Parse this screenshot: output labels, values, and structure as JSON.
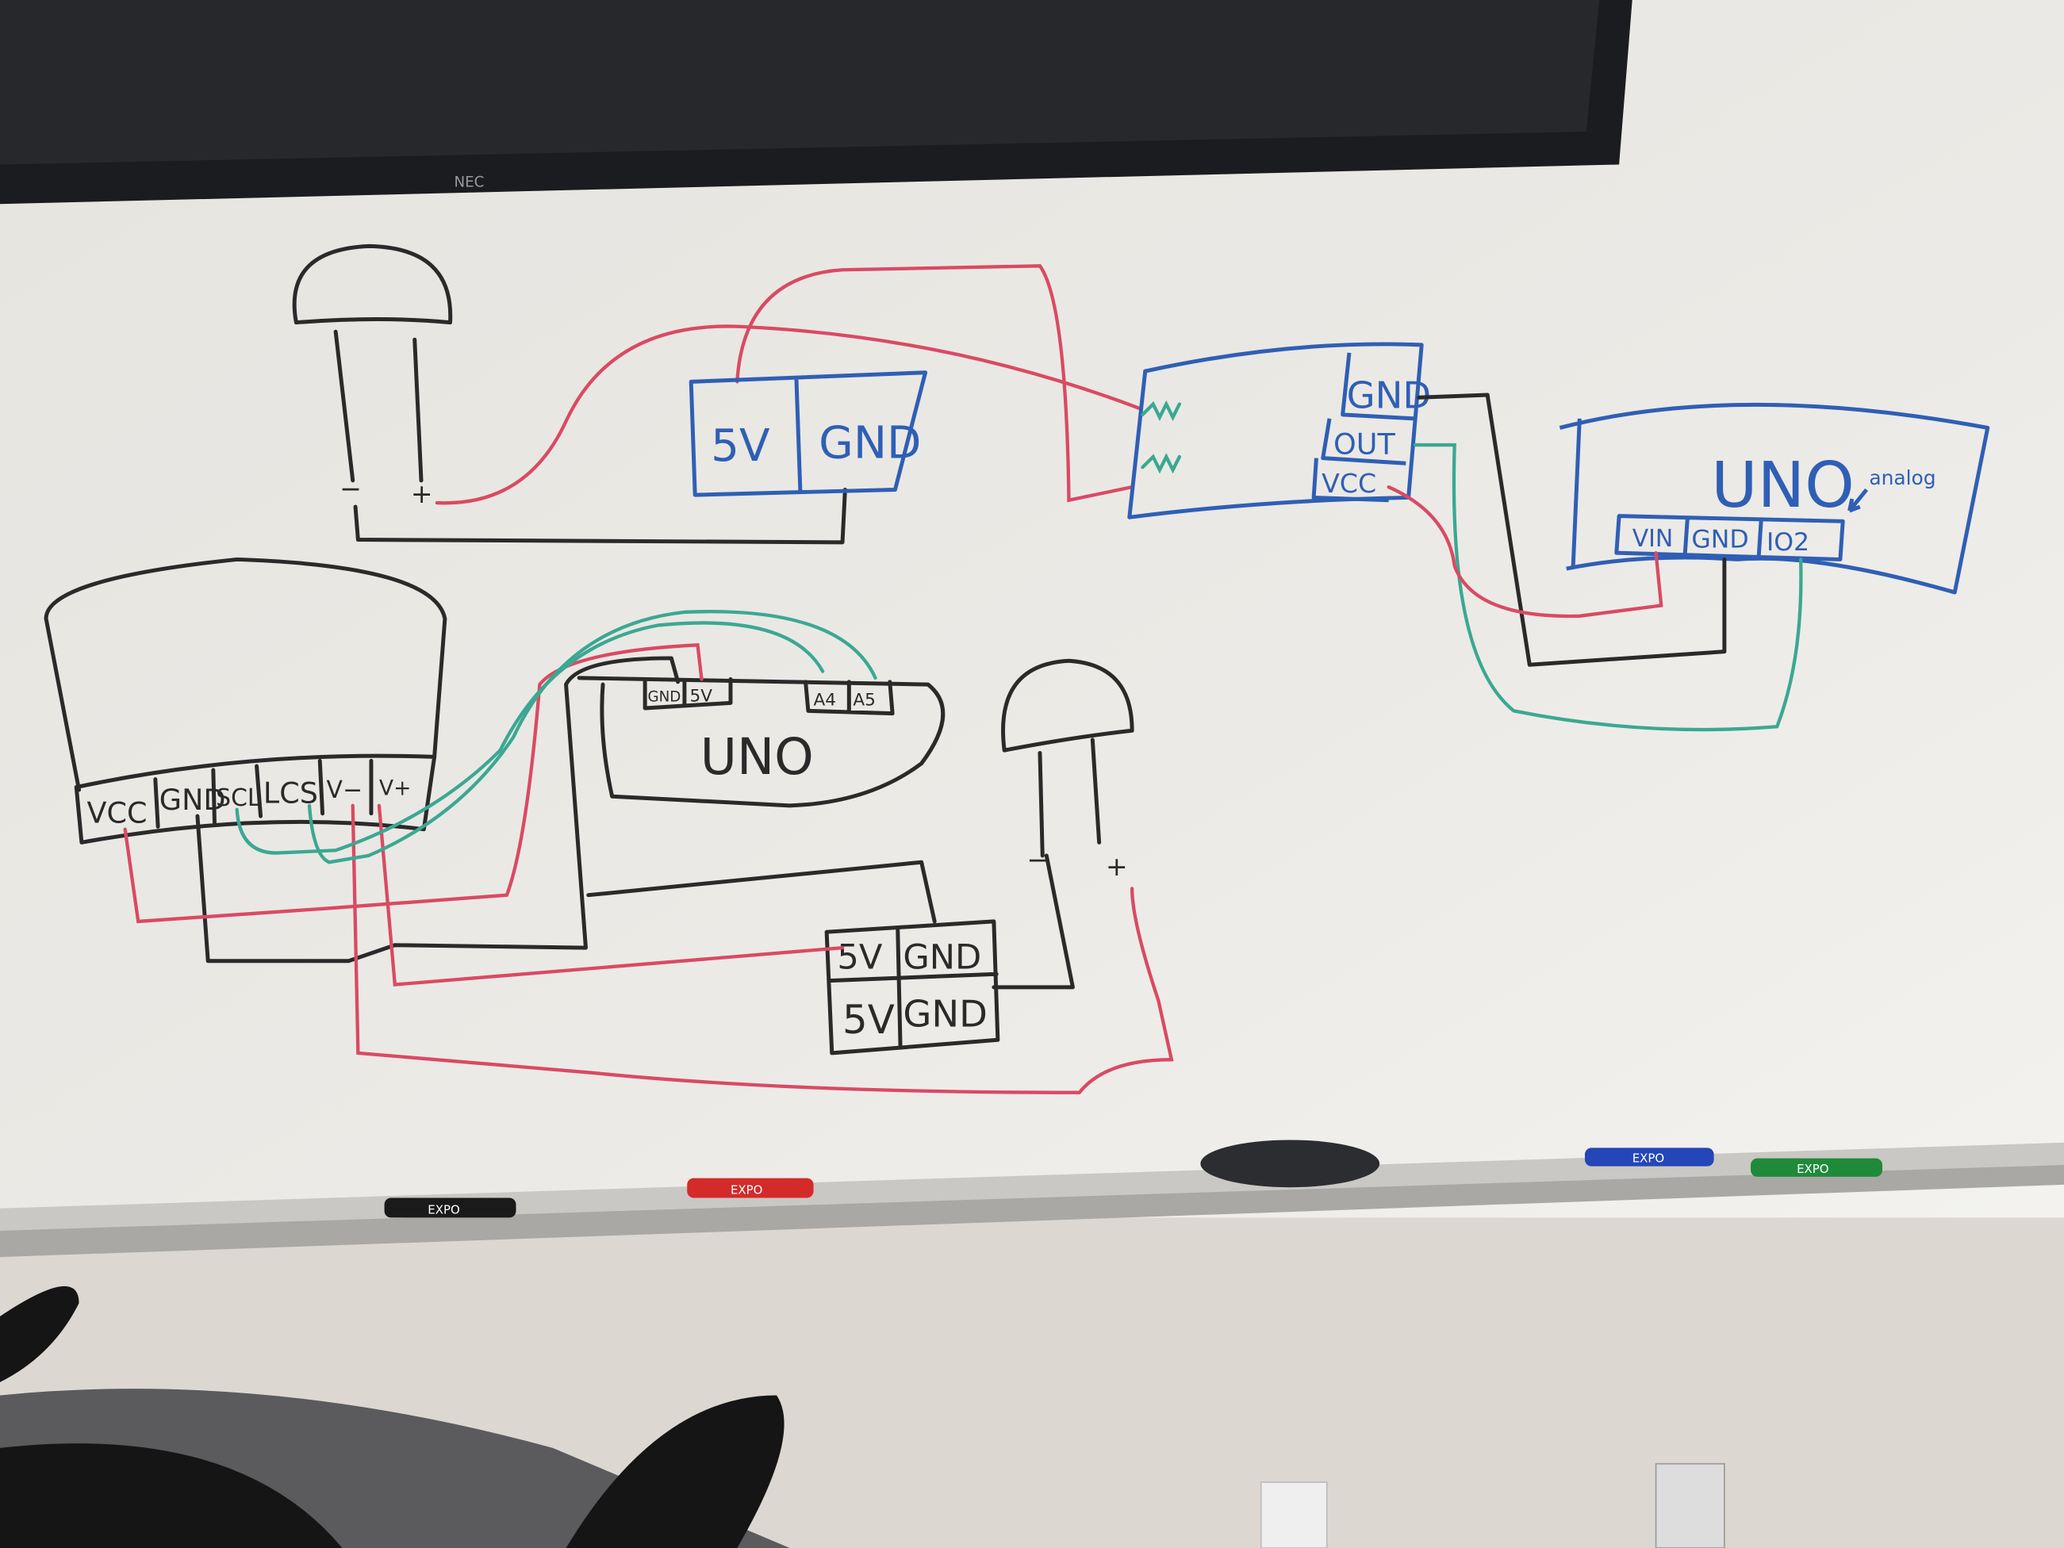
{
  "tv": {
    "brand": "NEC"
  },
  "left_diagram": {
    "sensor_left": {
      "minus": "−",
      "plus": "+"
    },
    "power_module": {
      "pins": [
        "5V",
        "GND"
      ]
    },
    "lcd": {
      "pins": [
        "VCC",
        "GND",
        "SCL",
        "LCS",
        "V−",
        "V+"
      ]
    },
    "uno": {
      "title": "UNO",
      "pins": [
        "GND",
        "5V",
        "A4",
        "A5"
      ]
    },
    "sensor_right": {
      "minus": "−",
      "plus": "+"
    },
    "breadboard_rails": {
      "row1": [
        "5V",
        "GND"
      ],
      "row2": [
        "5V",
        "GND"
      ]
    }
  },
  "right_diagram": {
    "sensor_module": {
      "pins": [
        "GND",
        "OUT",
        "VCC"
      ]
    },
    "uno": {
      "title": "UNO",
      "pins": [
        "VIN",
        "GND",
        "IO2"
      ],
      "annotation": "analog"
    }
  },
  "markers": [
    {
      "label": "EXPO",
      "color": "#1a1a1a"
    },
    {
      "label": "EXPO",
      "color": "#d42a2a"
    },
    {
      "label": "EXPO",
      "color": "#2546b8"
    },
    {
      "label": "EXPO",
      "color": "#1f8a3a"
    }
  ],
  "wire_colors": {
    "black": "#2a2a2a",
    "blue": "#2f5fb5",
    "red": "#d94a63",
    "green": "#3ba892"
  }
}
